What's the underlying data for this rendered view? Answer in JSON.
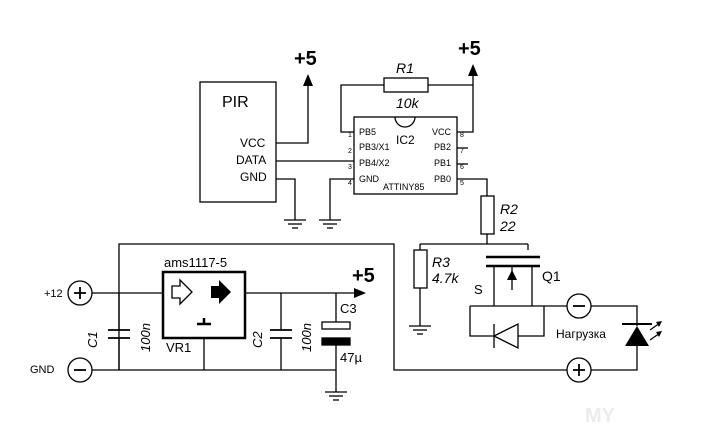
{
  "pir": {
    "title": "PIR",
    "pins": [
      "VCC",
      "DATA",
      "GND"
    ]
  },
  "supplies": {
    "plus5": "+5",
    "plus12": "+12",
    "gnd": "GND"
  },
  "ic2": {
    "ref": "IC2",
    "part": "ATTINY85",
    "left_pins": [
      "PB5",
      "PB3/X1",
      "PB4/X2",
      "GND"
    ],
    "right_pins": [
      "VCC",
      "PB2",
      "PB1",
      "PB0"
    ],
    "left_numbers": [
      "1",
      "2",
      "3",
      "4"
    ],
    "right_numbers": [
      "8",
      "7",
      "6",
      "5"
    ]
  },
  "r1": {
    "ref": "R1",
    "value": "10k"
  },
  "r2": {
    "ref": "R2",
    "value": "22"
  },
  "r3": {
    "ref": "R3",
    "value": "4.7k"
  },
  "q1": {
    "ref": "Q1",
    "source": "S"
  },
  "vr1": {
    "ref": "VR1",
    "part": "ams1117-5"
  },
  "c1": {
    "ref": "C1",
    "value": "100n"
  },
  "c2": {
    "ref": "C2",
    "value": "100n"
  },
  "c3": {
    "ref": "C3",
    "value": "47µ"
  },
  "load": {
    "label": "Нагрузка",
    "minus": "−",
    "plus": "+"
  },
  "watermark": "MY"
}
